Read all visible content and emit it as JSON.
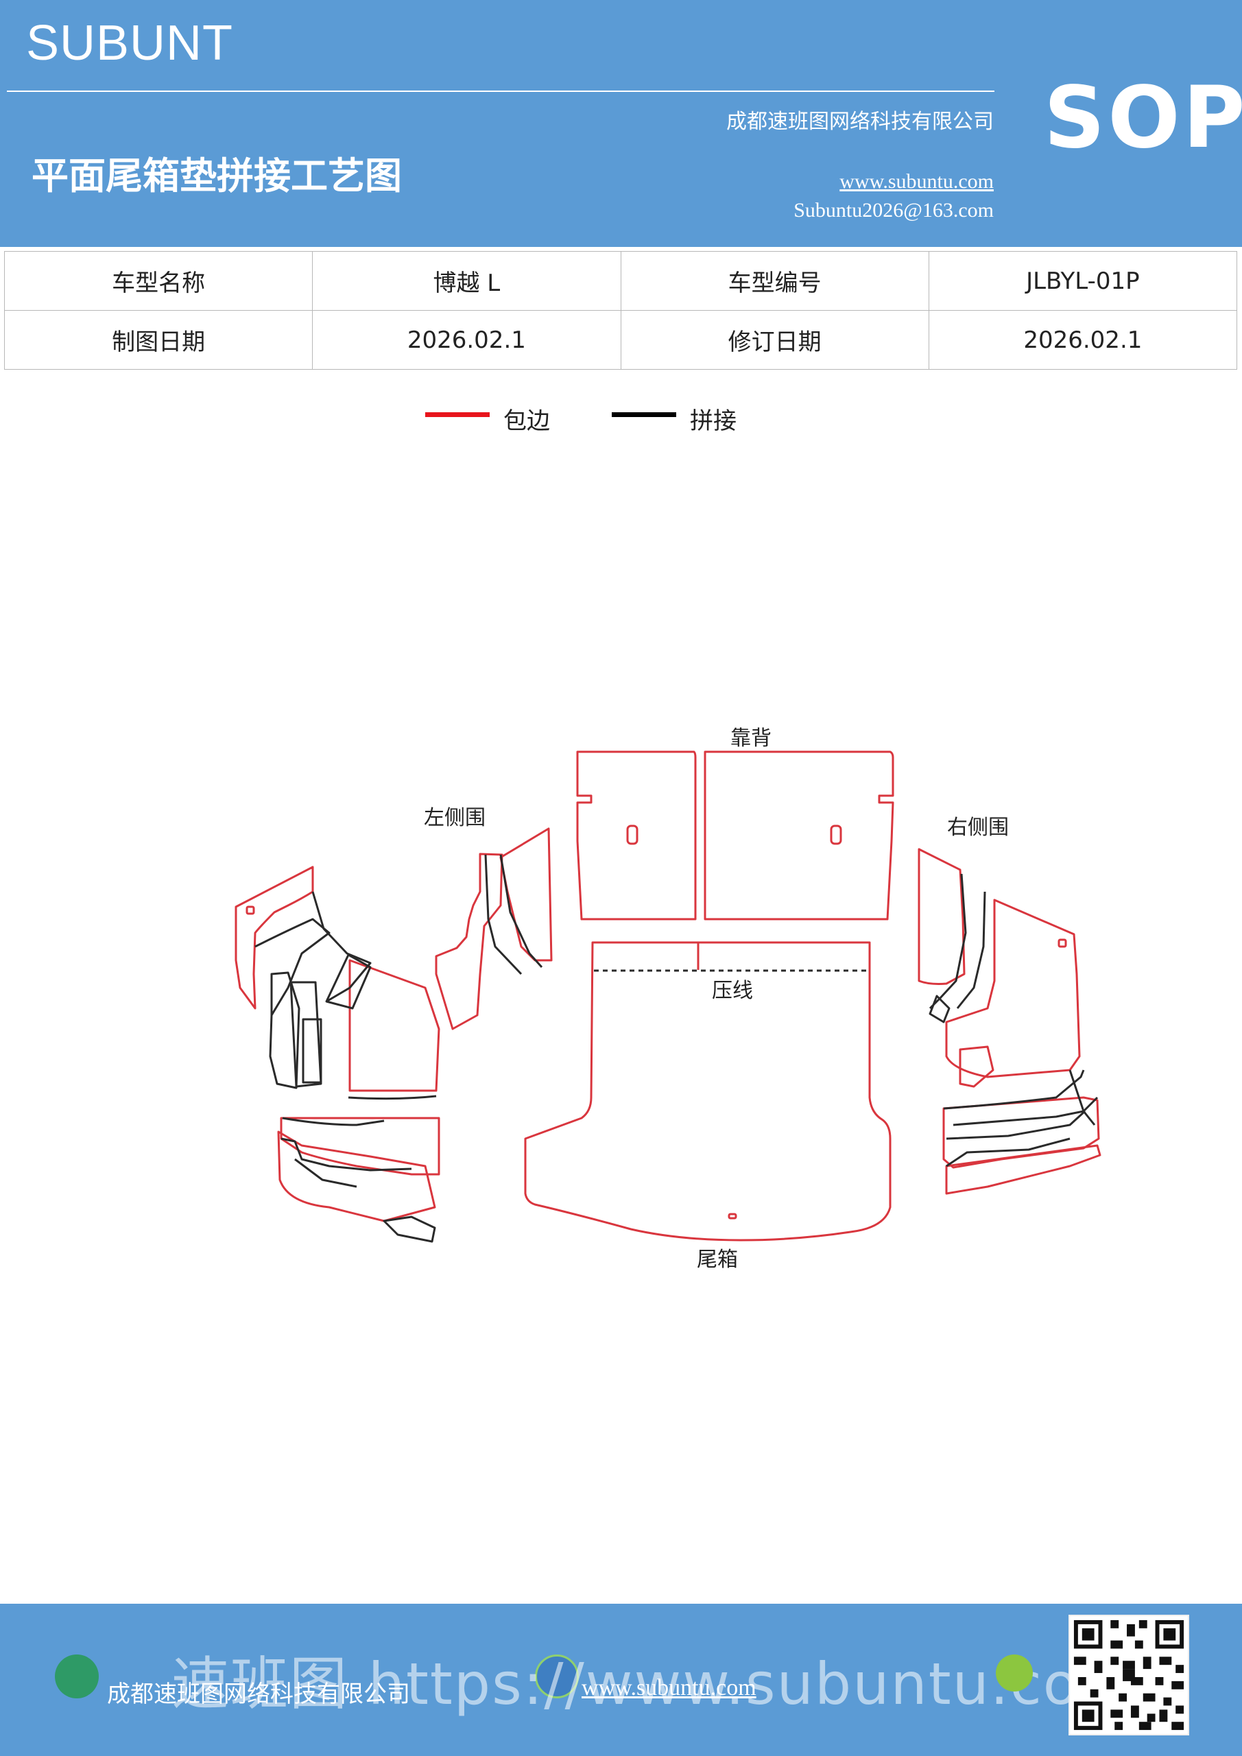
{
  "header": {
    "brand": "SUBUNT",
    "sop": "SOP",
    "title": "平面尾箱垫拼接工艺图",
    "company": "成都速班图网络科技有限公司",
    "url": "www.subuntu.com",
    "email": "Subuntu2026@163.com"
  },
  "info_table": {
    "rows": [
      [
        "车型名称",
        "博越 L",
        "车型编号",
        "JLBYL-01P"
      ],
      [
        "制图日期",
        "2026.02.1",
        "修订日期",
        "2026.02.1"
      ]
    ]
  },
  "legend": {
    "items": [
      {
        "label": "包边",
        "color": "#e8141c"
      },
      {
        "label": "拼接",
        "color": "#000000"
      }
    ]
  },
  "diagram": {
    "labels": {
      "backrest": "靠背",
      "left_side": "左侧围",
      "right_side": "右侧围",
      "crease": "压线",
      "trunk": "尾箱"
    },
    "edge_color": "#d9363e",
    "seam_color": "#2a2a2a"
  },
  "footer": {
    "company": "成都速班图网络科技有限公司",
    "url": "www.subuntu.com",
    "watermark": "速班图 https://www.subuntu.com"
  }
}
